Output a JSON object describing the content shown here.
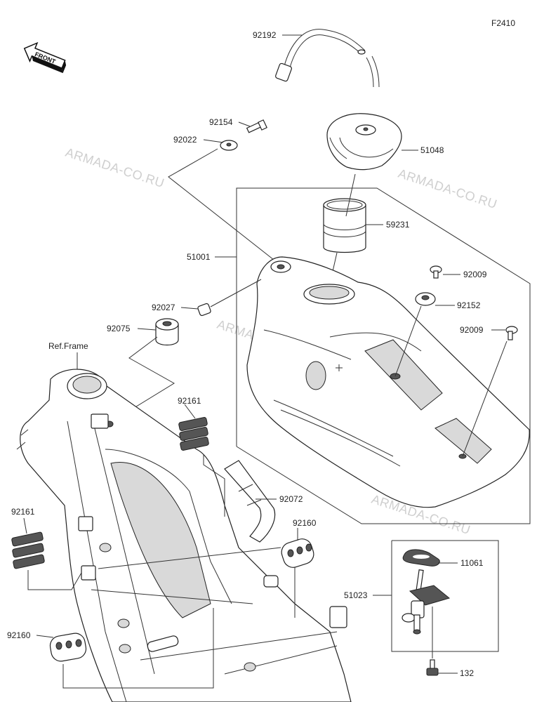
{
  "figure_code": "F2410",
  "front_arrow_text": "FRONT",
  "ref_frame_text": "Ref.Frame",
  "watermark_text": "ARMADA-CO.RU",
  "labels": {
    "p92192": "92192",
    "p92154": "92154",
    "p92022": "92022",
    "p51048": "51048",
    "p59231": "59231",
    "p51001": "51001",
    "p92009a": "92009",
    "p92152": "92152",
    "p92027": "92027",
    "p92009b": "92009",
    "p92075": "92075",
    "p92161a": "92161",
    "p92072": "92072",
    "p92161b": "92161",
    "p92160a": "92160",
    "p11061": "11061",
    "p51023": "51023",
    "p92160b": "92160",
    "p132": "132"
  }
}
